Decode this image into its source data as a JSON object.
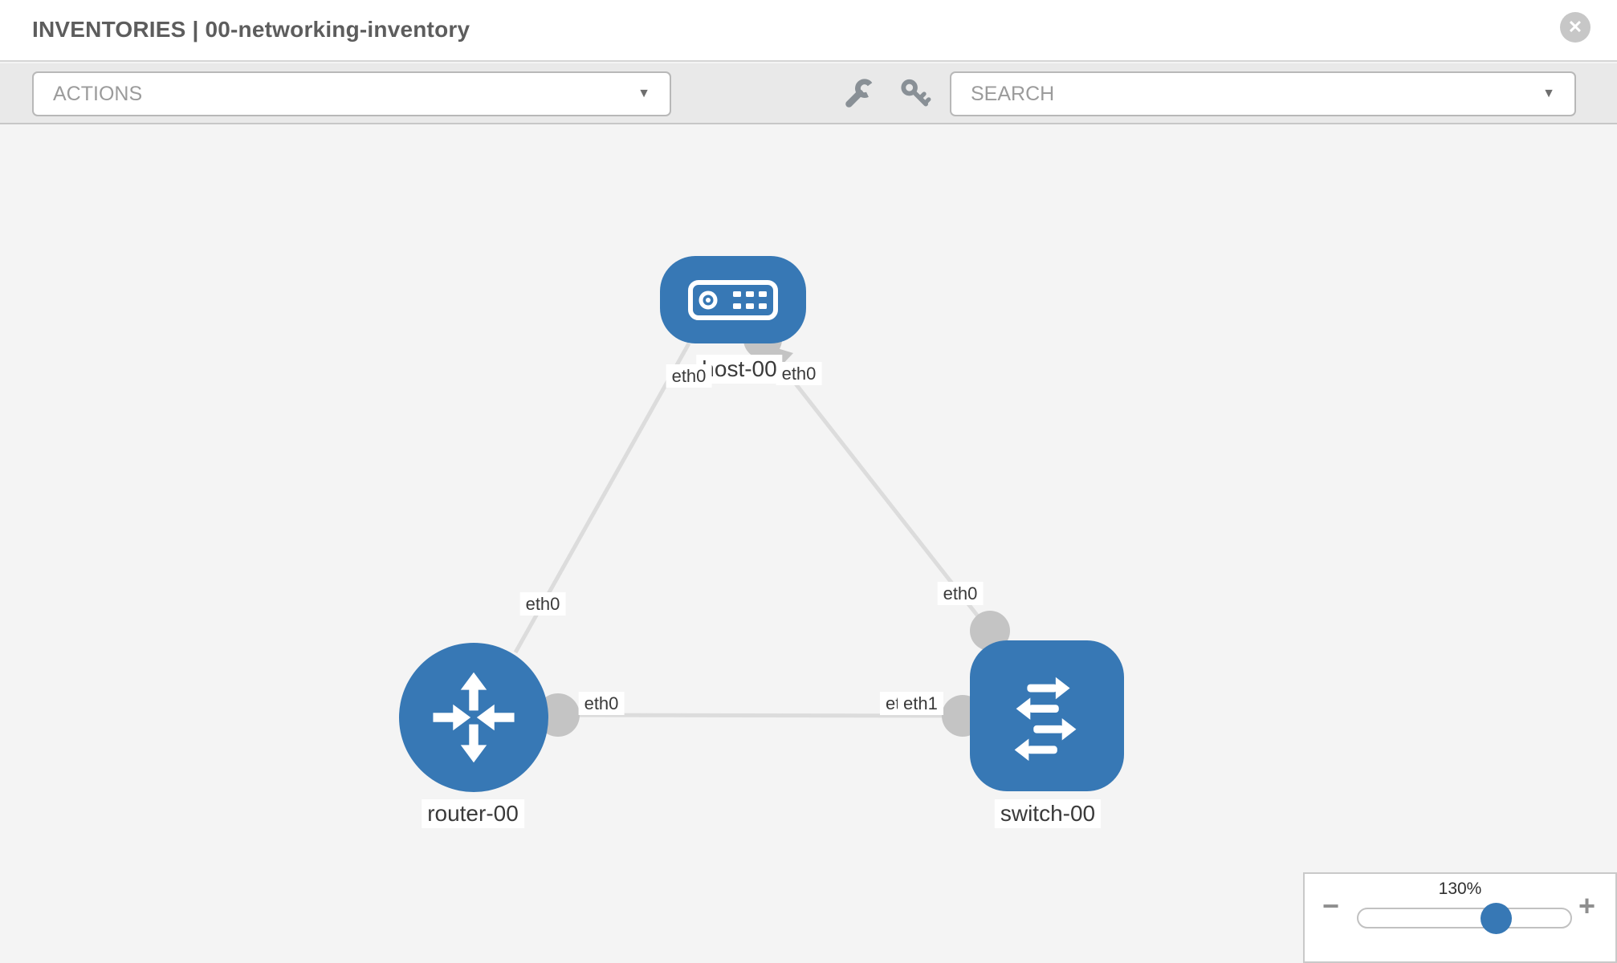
{
  "header": {
    "title": "INVENTORIES | 00-networking-inventory",
    "close_glyph": "✕"
  },
  "toolbar": {
    "actions_placeholder": "ACTIONS",
    "search_placeholder": "SEARCH",
    "caret_glyph": "▼",
    "icons": [
      "wrench-icon",
      "key-icon"
    ]
  },
  "canvas": {
    "nodes": {
      "host": {
        "label": "host-00",
        "type": "host"
      },
      "router": {
        "label": "router-00",
        "type": "router"
      },
      "switch": {
        "label": "switch-00",
        "type": "switch"
      }
    },
    "interfaces": {
      "host_left": "eth0",
      "host_right": "eth0",
      "router_uplink": "eth0",
      "switch_uplink": "eth0",
      "router_lan": "eth0",
      "switch_lan_hidden": "eth0",
      "switch_lan": "eth1"
    },
    "edges": [
      {
        "from": "host-00",
        "to": "router-00"
      },
      {
        "from": "host-00",
        "to": "switch-00"
      },
      {
        "from": "router-00",
        "to": "switch-00"
      }
    ]
  },
  "zoom_control": {
    "level": "130%",
    "minus_glyph": "−",
    "plus_glyph": "+"
  },
  "colors": {
    "node_blue": "#3778b5",
    "edge_gray": "#dcdcdc",
    "connector_gray": "#c4c4c4",
    "toolbar_gray": "#e9e9e9",
    "canvas_gray": "#f4f4f4"
  }
}
